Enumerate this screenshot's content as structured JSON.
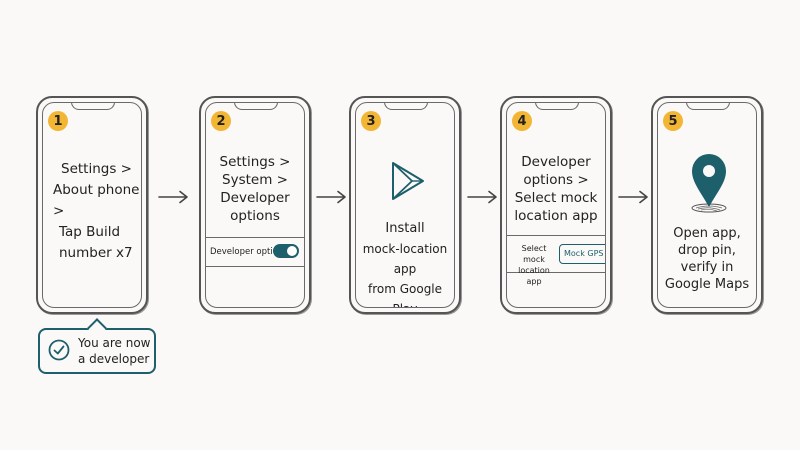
{
  "accent_color": "#1d5f6b",
  "badge_color": "#f2b634",
  "steps": [
    {
      "number": "1",
      "lines": [
        "Settings >",
        "About phone >",
        "Tap Build",
        "number x7"
      ]
    },
    {
      "number": "2",
      "lines": [
        "Settings >",
        "System >",
        "Developer",
        "options"
      ],
      "toggle_label": "Developer options"
    },
    {
      "number": "3",
      "lines": [
        "Install",
        "mock-location app",
        "from Google Play"
      ]
    },
    {
      "number": "4",
      "lines": [
        "Developer",
        "options >",
        "Select mock",
        "location app"
      ],
      "select_label": "Select mock location app",
      "select_value": "Mock GPS"
    },
    {
      "number": "5",
      "lines": [
        "Open app,",
        "drop pin,",
        "verify in",
        "Google Maps"
      ]
    }
  ],
  "callout": {
    "text_line1": "You are now",
    "text_line2": "a developer"
  },
  "icons": [
    "play-store-icon",
    "map-pin-icon",
    "checkmark-icon",
    "chevron-down-icon",
    "arrow-right-icon"
  ]
}
